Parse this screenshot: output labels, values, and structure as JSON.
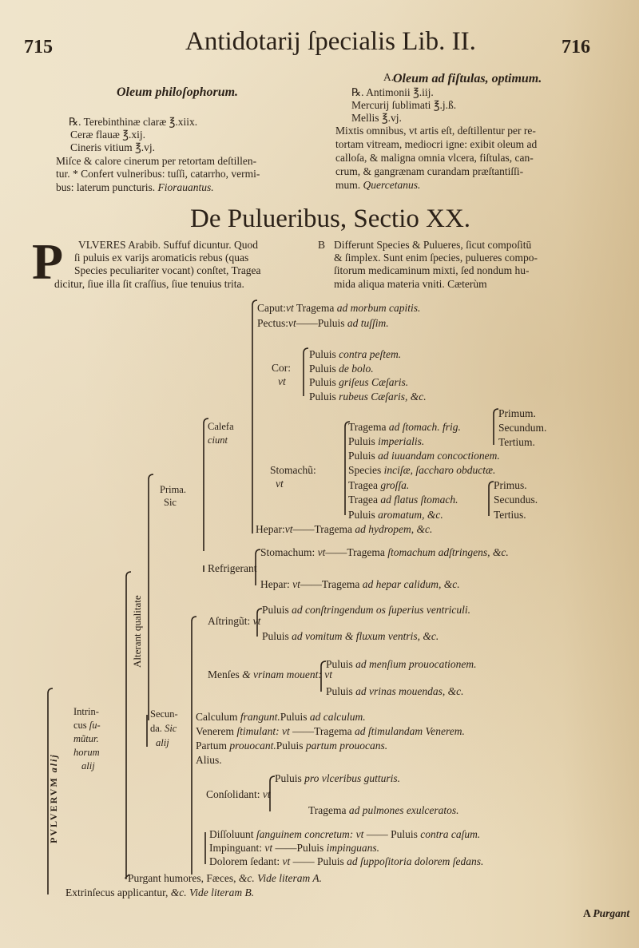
{
  "header": {
    "page_left": "715",
    "title": "Antidotarij ſpecialis Lib. II.",
    "page_right": "716"
  },
  "left_recipe": {
    "title": [
      "",
      "Oleum philoſophorum."
    ],
    "lines": [
      [
        "℞. Terebinthinæ claræ ℥.xiix."
      ],
      [
        "Ceræ flauæ ℥.xij."
      ],
      [
        "Cineris vitium ℥.vj."
      ],
      [
        "Miſce & calore cinerum per retortam deſtillen-"
      ],
      [
        "tur. * Confert vulneribus: tuſſi, catarrho, vermi-"
      ],
      [
        "bus: laterum puncturis. ",
        "Fiorauantus."
      ]
    ]
  },
  "right_recipe": {
    "marker": "A.",
    "title": [
      "",
      "Oleum ad fiſtulas, optimum."
    ],
    "lines": [
      [
        "℞. Antimonii ℥.iij."
      ],
      [
        "Mercurij ſublimati ℥.j.ß."
      ],
      [
        "Mellis ℥.vj."
      ],
      [
        "Mixtis omnibus, vt artis eſt, deſtillentur per re-"
      ],
      [
        "tortam vitream, mediocri igne: exibit oleum ad"
      ],
      [
        "calloſa, & maligna omnia vlcera, fiſtulas, can-"
      ],
      [
        "crum, & gangrænam curandam præſtantiſſi-"
      ],
      [
        "mum. ",
        "Quercetanus."
      ]
    ]
  },
  "section_title": "De Pulueribus, Sectio XX.",
  "intro": {
    "drop_cap": "P",
    "marker": "B",
    "left": [
      [
        "VLVERES Arabib. Suffuf dicuntur. Quod"
      ],
      [
        "ſi puluis ex varijs aromaticis rebus (quas"
      ],
      [
        "Species peculiariter vocant) conſtet, Tragea"
      ],
      [
        "dicitur, ſiue illa ſit craſſius, ſiue tenuius trita."
      ]
    ],
    "right": [
      [
        "Differunt Species & Pulueres, ſicut compoſitū"
      ],
      [
        "& ſimplex. Sunt enim ſpecies, pulueres compo-"
      ],
      [
        "ſitorum medicaminum mixti, ſed nondum hu-"
      ],
      [
        "mida aliqua materia vniti. Cæterùm"
      ]
    ]
  },
  "tree": {
    "root": "PVLVERVM",
    "root_sub": "alij",
    "intrinsecus": [
      [
        "Intrin-"
      ],
      [
        "cus ",
        "ſu-"
      ],
      [
        "",
        "mũtur."
      ],
      [
        "",
        "horum"
      ],
      [
        "",
        "alij"
      ]
    ],
    "alterant": [
      "Alterant ",
      "qualitate"
    ],
    "prima": [
      [
        "Prima."
      ],
      [
        "Sic"
      ]
    ],
    "calefaciunt": [
      [
        "Calefa"
      ],
      [
        "",
        "ciunt"
      ]
    ],
    "caput": [
      "Caput:",
      "vt",
      " Tragema ",
      "ad morbum capitis."
    ],
    "pectus": [
      "Pectus:",
      "vt",
      "——Puluis ",
      "ad tuſſim."
    ],
    "cor_label": [
      [
        "Cor:"
      ],
      [
        "",
        "vt"
      ]
    ],
    "cor": [
      [
        "Puluis ",
        "contra peſtem."
      ],
      [
        "Puluis ",
        "de bolo."
      ],
      [
        "Puluis ",
        "griſeus Cæſaris."
      ],
      [
        "Puluis ",
        "rubeus Cæſaris, &c."
      ]
    ],
    "stomachum_label": [
      [
        "Stomachũ:"
      ],
      [
        "",
        "vt"
      ]
    ],
    "stomachum": [
      [
        "Tragema ",
        "ad ſtomach. frig."
      ],
      [
        "Puluis ",
        "imperialis."
      ],
      [
        "Puluis ",
        "ad iuuandam concoctionem."
      ],
      [
        "Species ",
        "inciſæ, ſaccharo obductæ."
      ],
      [
        "Tragea ",
        "groſſa."
      ],
      [
        "Tragea ",
        "ad flatus ſtomach."
      ],
      [
        "Puluis ",
        "aromatum, &c."
      ]
    ],
    "tragema_ordinals": [
      [
        "Primum."
      ],
      [
        "Secundum."
      ],
      [
        "Tertium."
      ]
    ],
    "tragea_ordinals": [
      [
        "Primus."
      ],
      [
        "Secundus."
      ],
      [
        "Tertius."
      ]
    ],
    "hepar": [
      "Hepar:",
      "vt",
      "——Tragema ",
      "ad hydropem, &c."
    ],
    "refrigerant": [
      [
        "Refrigerant"
      ]
    ],
    "refr_stomachum": [
      "Stomachum: ",
      "vt",
      "——Tragema ",
      "ſtomachum adſtringens, &c."
    ],
    "refr_hepar": [
      "Hepar: ",
      "vt",
      "——Tragema ",
      "ad hepar calidum, &c."
    ],
    "secunda": [
      [
        "Secun-"
      ],
      [
        "da. ",
        "Sic"
      ],
      [
        "",
        "alij"
      ]
    ],
    "astringunt": [
      "Aſtringũt: ",
      "vt"
    ],
    "astringunt_items": [
      [
        "Puluis ",
        "ad conſtringendum os ſuperius ventriculi."
      ],
      [
        "Puluis ",
        "ad vomitum & fluxum ventris, &c."
      ]
    ],
    "menses": [
      "Menſes ",
      "& vrinam mouent: vt"
    ],
    "menses_items": [
      [
        "Puluis ",
        "ad menſium prouocationem."
      ],
      [
        "Puluis ",
        "ad vrinas mouendas, &c."
      ]
    ],
    "calculum": [
      "Calculum ",
      "frangunt.",
      "Puluis ",
      "ad calculum."
    ],
    "venerem": [
      "Venerem ",
      "ſtimulant: vt",
      " ——Tragema ",
      "ad ſtimulandam Venerem."
    ],
    "partum": [
      "Partum ",
      "prouocant.",
      "Puluis ",
      "partum prouocans."
    ],
    "alius": [
      "Alius."
    ],
    "consolidant": [
      "Conſolidant: ",
      "vt"
    ],
    "consolidant_items": [
      [
        "Puluis ",
        "pro vlceribus gutturis."
      ],
      [
        "Tragema ",
        "ad pulmones exulceratos."
      ]
    ],
    "dissoluunt": [
      "Diſſoluunt ",
      "ſanguinem concretum: vt",
      " —— Puluis ",
      "contra caſum."
    ],
    "impinguant": [
      "Impinguant: ",
      "vt",
      " ——Puluis ",
      "impinguans."
    ],
    "dolorem": [
      "Dolorem ſedant: ",
      "vt",
      " —— Puluis ",
      "ad ſuppoſitoria dolorem ſedans."
    ],
    "purgant": [
      "Purgant humores, Fæces, ",
      "&c. Vide literam A."
    ],
    "extrinsecus": [
      "Extrinſecus applicantur, ",
      "&c. Vide literam B."
    ]
  },
  "catchword": [
    "A ",
    "Purgant"
  ]
}
